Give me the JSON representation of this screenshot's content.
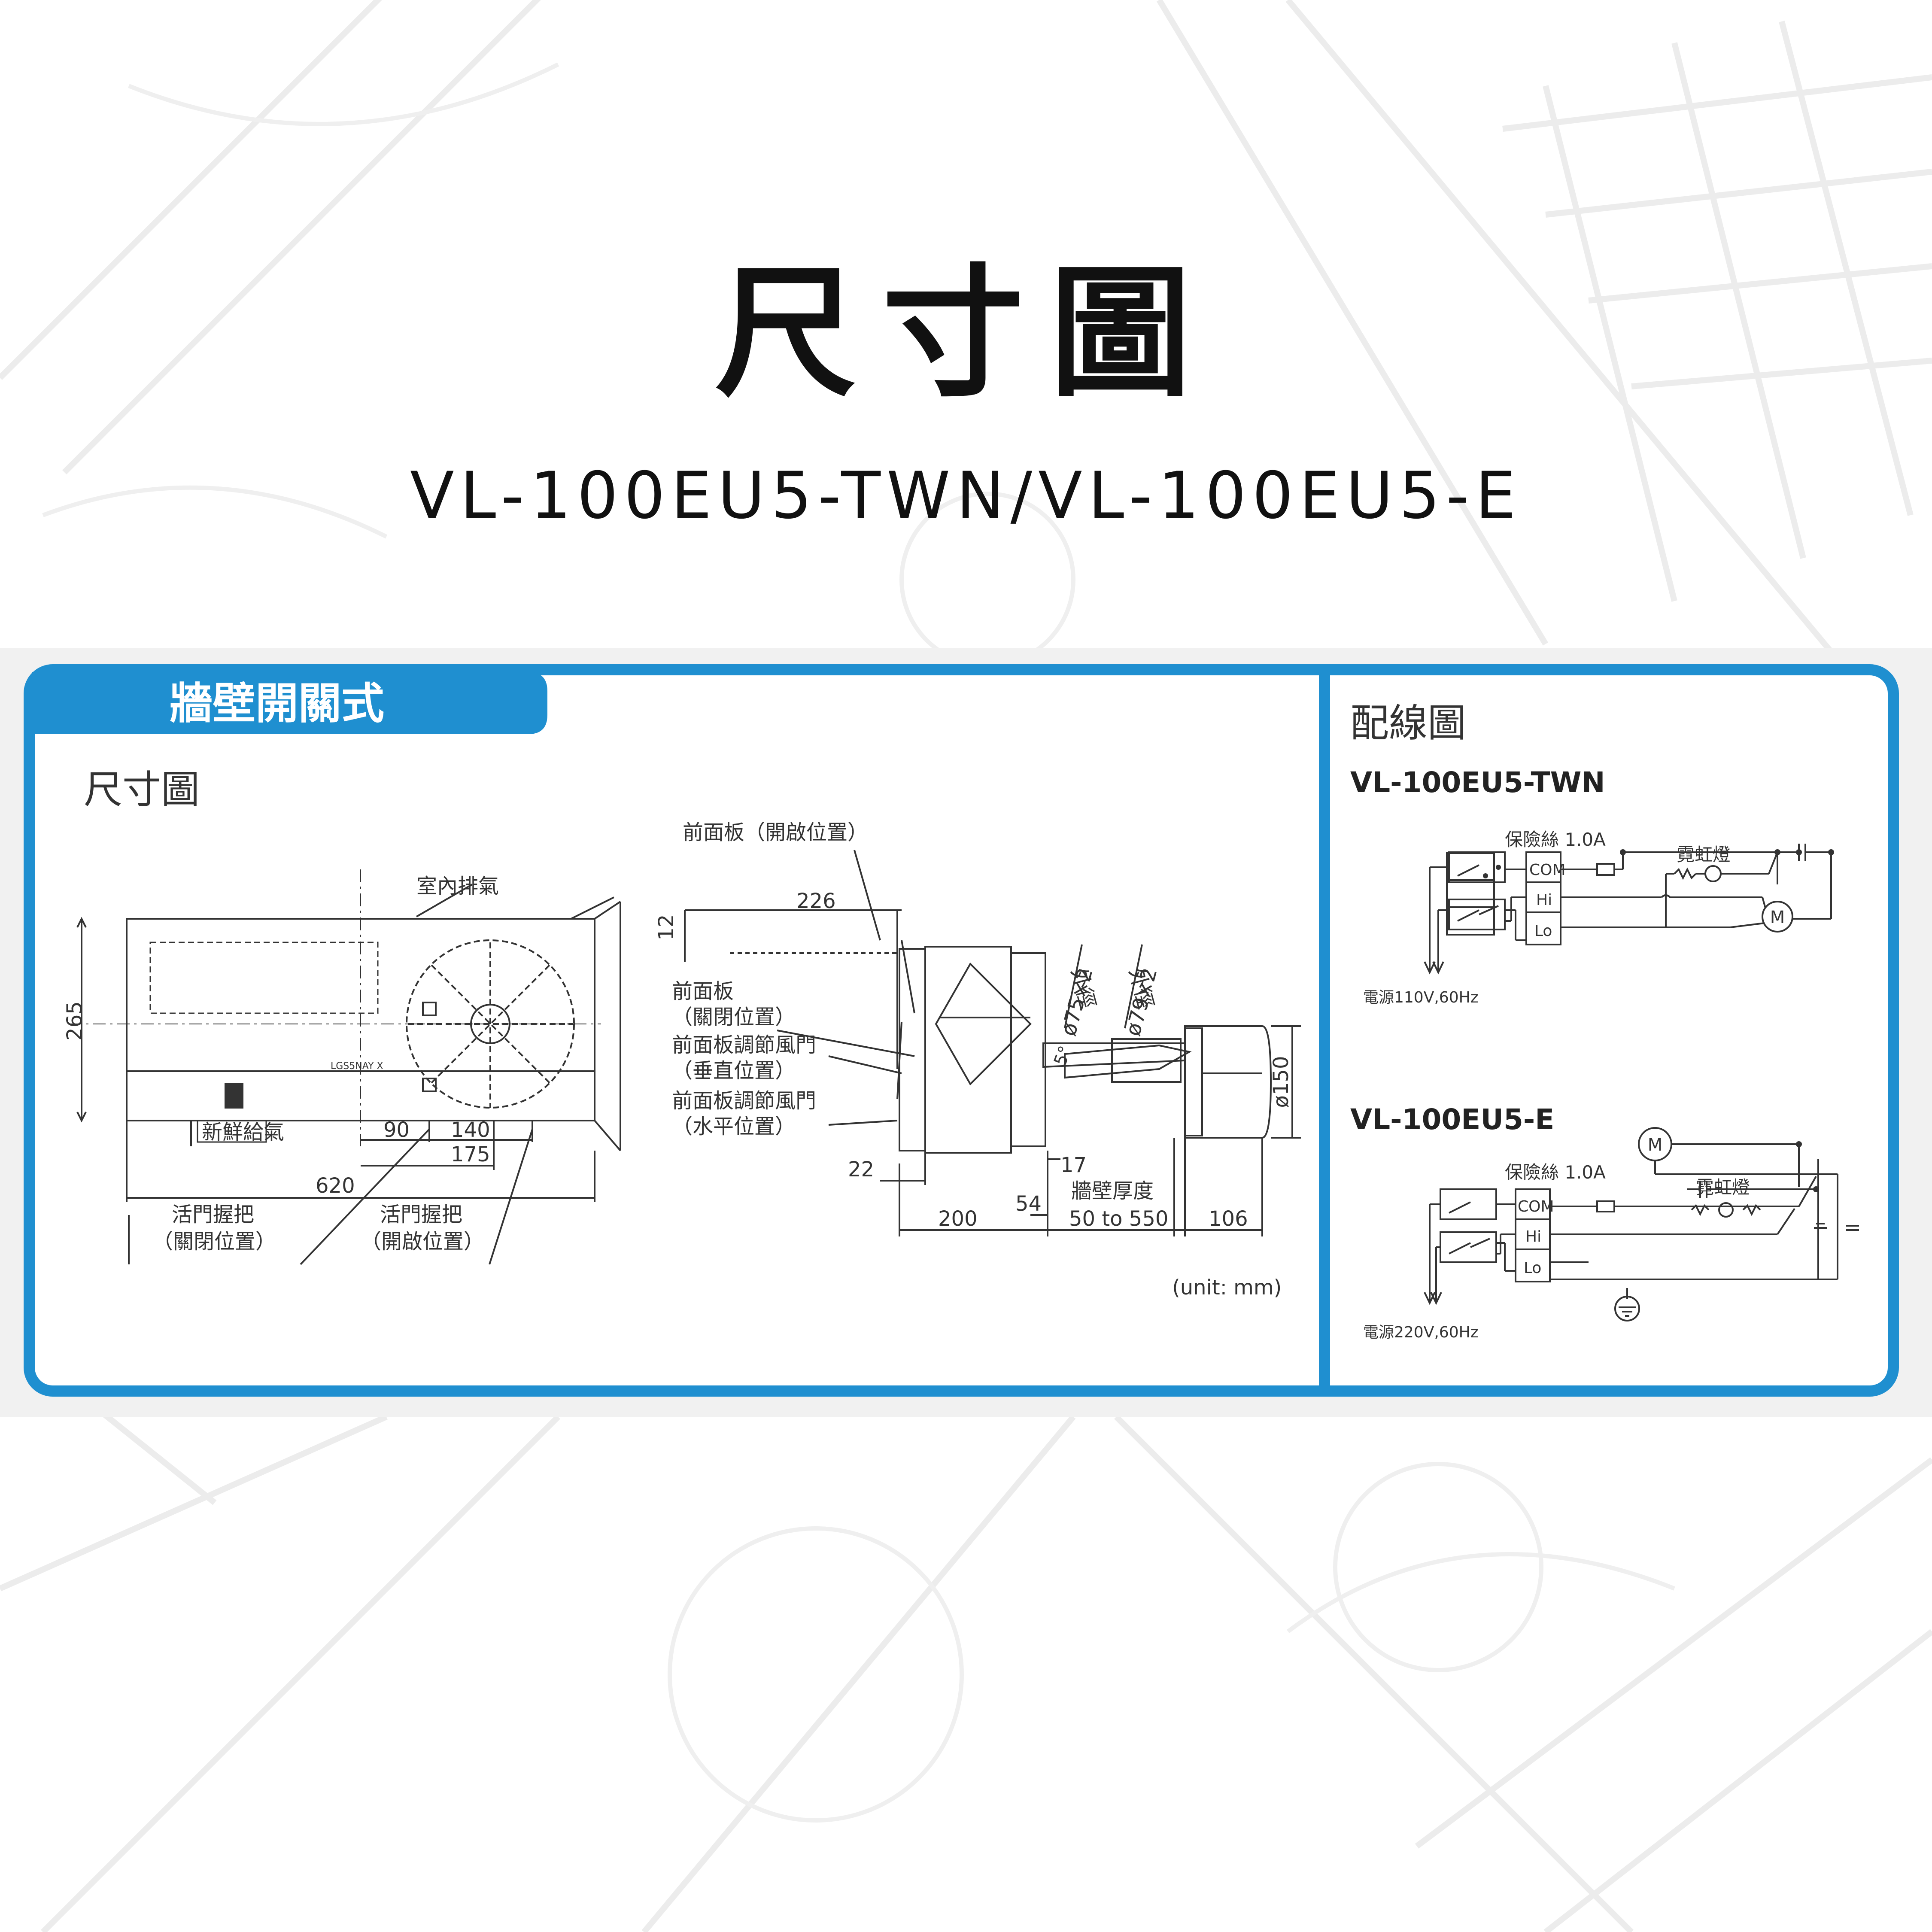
{
  "header": {
    "title": "尺寸圖",
    "model_line": "VL-100EU5-TWN/VL-100EU5-E"
  },
  "left_panel": {
    "tab_label": "牆壁開關式",
    "section_title": "尺寸圖",
    "front_view": {
      "indoor_exhaust": "室內排氣",
      "fresh_air": "新鮮給氣",
      "height_265": "265",
      "dim_90": "90",
      "dim_140": "140",
      "dim_175": "175",
      "dim_620": "620",
      "damper_closed_1": "活門握把",
      "damper_closed_2": "（關閉位置）",
      "damper_open_1": "活門握把",
      "damper_open_2": "（開啟位置）",
      "model_plate": "LGS5NAY X"
    },
    "side_view": {
      "front_open": "前面板（開啟位置）",
      "dim_12": "12",
      "dim_226": "226",
      "front_closed_1": "前面板",
      "front_closed_2": "（關閉位置）",
      "louver_v_1": "前面板調節風門",
      "louver_v_2": "（垂直位置）",
      "louver_h_1": "前面板調節風門",
      "louver_h_2": "（水平位置）",
      "dim_22": "22",
      "dim_17": "17",
      "dim_54": "54",
      "dim_200": "200",
      "wall_thickness": "牆壁厚度",
      "wall_range": "50 to 550",
      "dim_106": "106",
      "dia_150": "ø150",
      "od_75_a": "外徑",
      "od_75_b": "ø75×2",
      "od_79_a": "外徑",
      "od_79_b": "ø79×2",
      "angle_5": "5°",
      "unit": "(unit: mm)"
    }
  },
  "right_panel": {
    "title": "配線圖",
    "diagram_twn": {
      "model": "VL-100EU5-TWN",
      "fuse": "保險絲 1.0A",
      "neon": "霓虹燈",
      "com": "COM",
      "hi": "Hi",
      "lo": "Lo",
      "motor": "M",
      "power": "電源110V,60Hz"
    },
    "diagram_e": {
      "model": "VL-100EU5-E",
      "fuse": "保險絲 1.0A",
      "neon": "霓虹燈",
      "com": "COM",
      "hi": "Hi",
      "lo": "Lo",
      "motor": "M",
      "power": "電源220V,60Hz"
    }
  },
  "colors": {
    "accent_blue": "#1f8fd0",
    "line": "#333333",
    "background_pattern": "#ebebeb"
  }
}
